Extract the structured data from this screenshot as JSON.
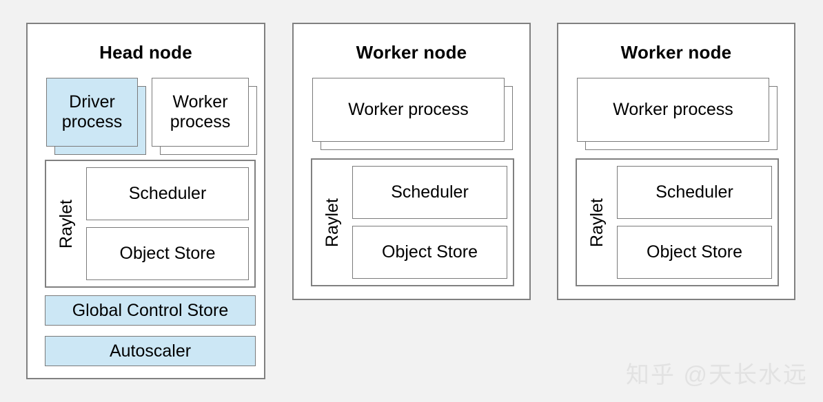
{
  "page": {
    "background_color": "#f2f2f2",
    "accent_color": "#cce7f5",
    "border_color": "#808080",
    "text_color": "#000000"
  },
  "watermark": {
    "text": "知乎 @天长水远",
    "color": "#e2e2e2"
  },
  "nodes": [
    {
      "id": "head-node",
      "title": "Head node",
      "processes": [
        {
          "label": "Driver process",
          "highlighted": true,
          "stacked": true
        },
        {
          "label": "Worker process",
          "highlighted": false,
          "stacked": true
        }
      ],
      "raylet": {
        "label": "Raylet",
        "components": [
          {
            "label": "Scheduler"
          },
          {
            "label": "Object Store"
          }
        ]
      },
      "services": [
        {
          "label": "Global Control Store",
          "highlighted": true
        },
        {
          "label": "Autoscaler",
          "highlighted": true
        }
      ]
    },
    {
      "id": "worker-node-1",
      "title": "Worker node",
      "processes": [
        {
          "label": "Worker process",
          "highlighted": false,
          "stacked": true
        }
      ],
      "raylet": {
        "label": "Raylet",
        "components": [
          {
            "label": "Scheduler"
          },
          {
            "label": "Object Store"
          }
        ]
      },
      "services": []
    },
    {
      "id": "worker-node-2",
      "title": "Worker node",
      "processes": [
        {
          "label": "Worker process",
          "highlighted": false,
          "stacked": true
        }
      ],
      "raylet": {
        "label": "Raylet",
        "components": [
          {
            "label": "Scheduler"
          },
          {
            "label": "Object Store"
          }
        ]
      },
      "services": []
    }
  ]
}
